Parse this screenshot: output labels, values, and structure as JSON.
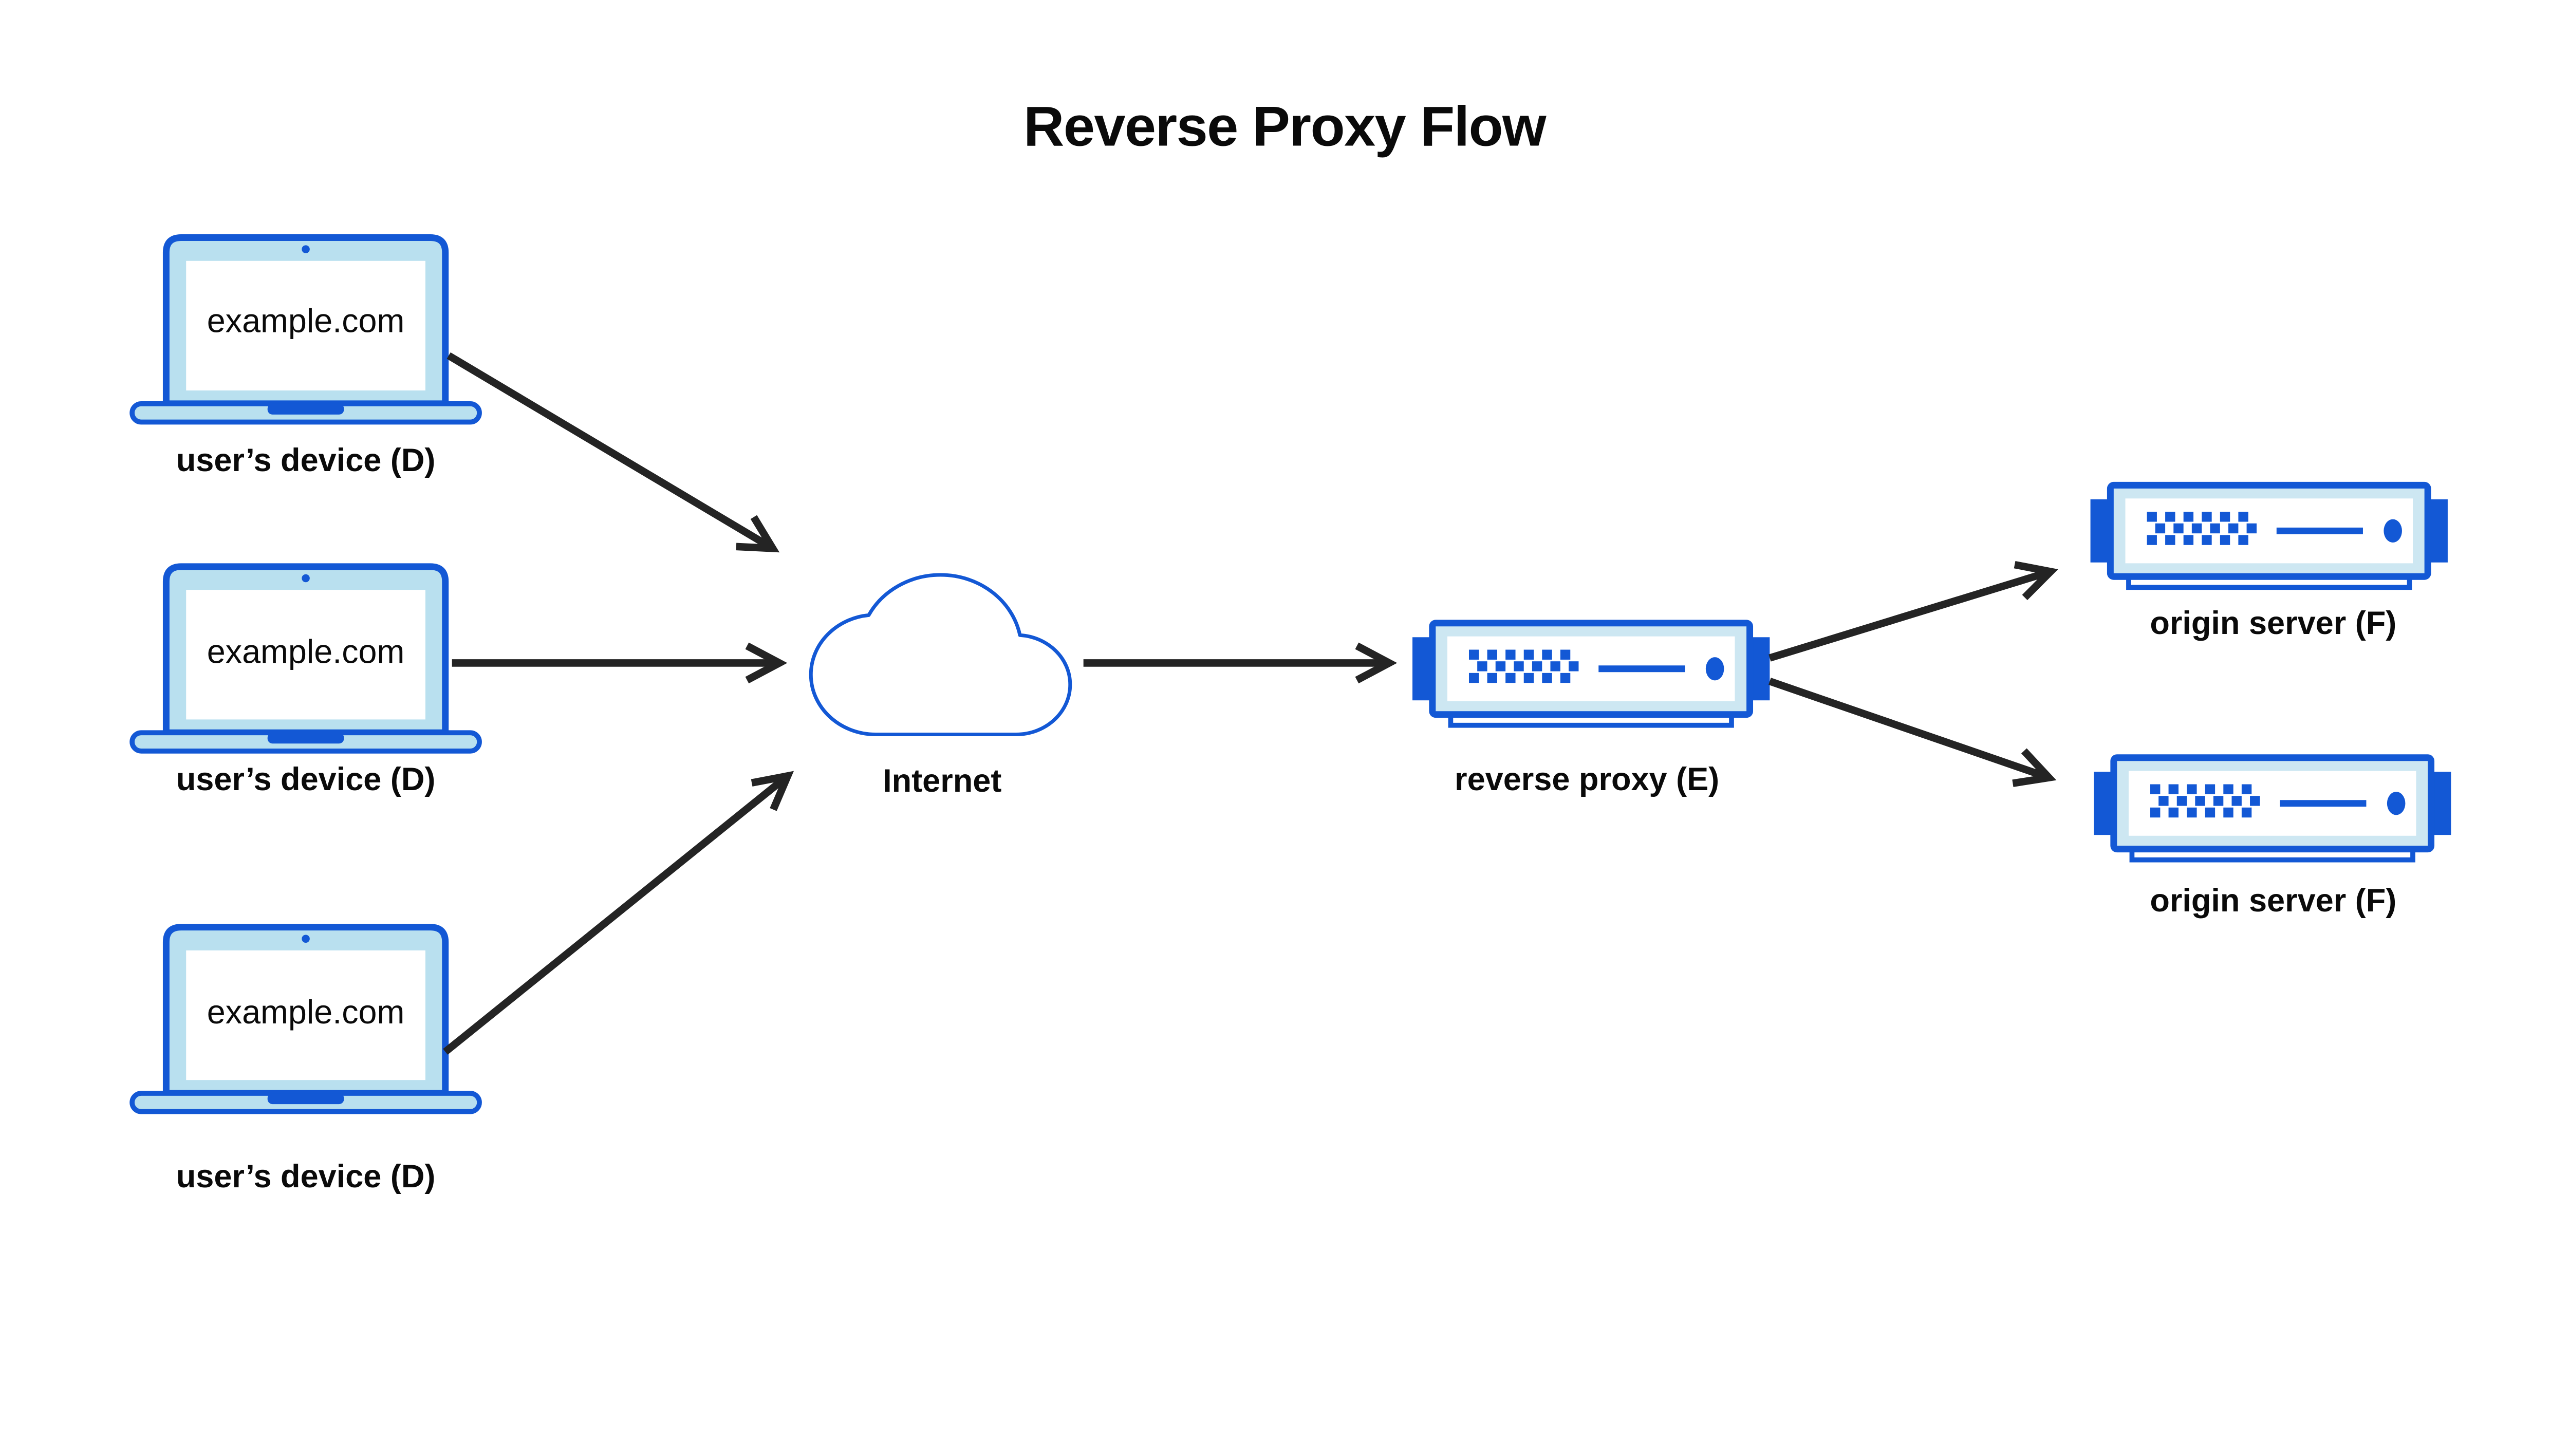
{
  "page": {
    "title": "Reverse Proxy Flow"
  },
  "colors": {
    "accent_blue": "#1358d5",
    "laptop_light_blue": "#b9e0ef",
    "server_light_blue": "#cde7f2",
    "arrow_black": "#242424",
    "text_black": "#0a0a0a",
    "background": "#ffffff"
  },
  "nodes": {
    "devices": [
      {
        "screen_text": "example.com",
        "label": "user’s device (D)"
      },
      {
        "screen_text": "example.com",
        "label": "user’s device (D)"
      },
      {
        "screen_text": "example.com",
        "label": "user’s device (D)"
      }
    ],
    "internet": {
      "label": "Internet"
    },
    "reverse_proxy": {
      "label": "reverse proxy (E)"
    },
    "origin_servers": [
      {
        "label": "origin server (F)"
      },
      {
        "label": "origin server (F)"
      }
    ]
  },
  "edges": [
    {
      "from": "user’s device (D) #1",
      "to": "Internet"
    },
    {
      "from": "user’s device (D) #2",
      "to": "Internet"
    },
    {
      "from": "user’s device (D) #3",
      "to": "Internet"
    },
    {
      "from": "Internet",
      "to": "reverse proxy (E)"
    },
    {
      "from": "reverse proxy (E)",
      "to": "origin server (F) #1"
    },
    {
      "from": "reverse proxy (E)",
      "to": "origin server (F) #2"
    }
  ]
}
